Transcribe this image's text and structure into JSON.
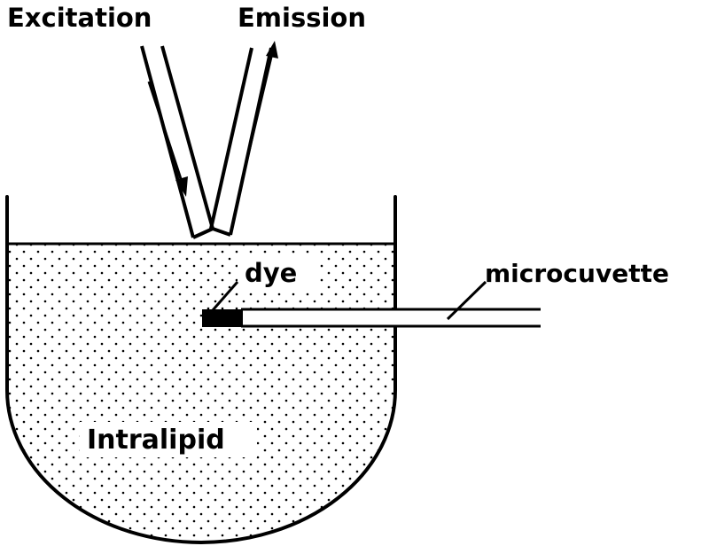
{
  "labels": {
    "excitation": "Excitation",
    "emission": "Emission",
    "dye": "dye",
    "microcuvette": "microcuvette",
    "intralipid": "Intralipid"
  },
  "colors": {
    "ink": "#000000",
    "background": "#ffffff",
    "dots": "#000000"
  }
}
